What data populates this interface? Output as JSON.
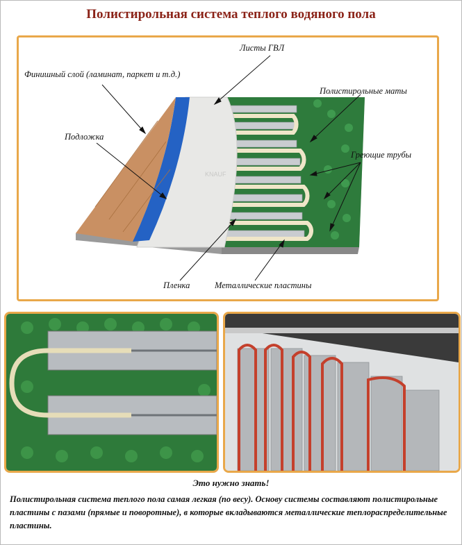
{
  "title": "Полистирольная система теплого водяного пола",
  "labels": {
    "finish": "Финишный слой (ламинат, паркет и т.д.)",
    "gvl": "Листы ГВЛ",
    "mats": "Полистирольные маты",
    "underlay": "Подложка",
    "pipes": "Греющие трубы",
    "film": "Пленка",
    "plates": "Металлические пластины"
  },
  "colors": {
    "title": "#8b2318",
    "frame": "#e9a84a",
    "laminate": "#c99063",
    "underlay": "#2462c4",
    "gvl": "#e8e8e6",
    "mat": "#2e7b3c",
    "pipe": "#efe6c8",
    "red_pipe": "#c4402c"
  },
  "caption": "Это нужно знать!",
  "description": "Полистирольная система теплого пола самая легкая (по весу). Основу системы составляют полистирольные пластины с пазами (прямые и поворотные), в которые вкладываются металлические теплораспределительные пластины."
}
